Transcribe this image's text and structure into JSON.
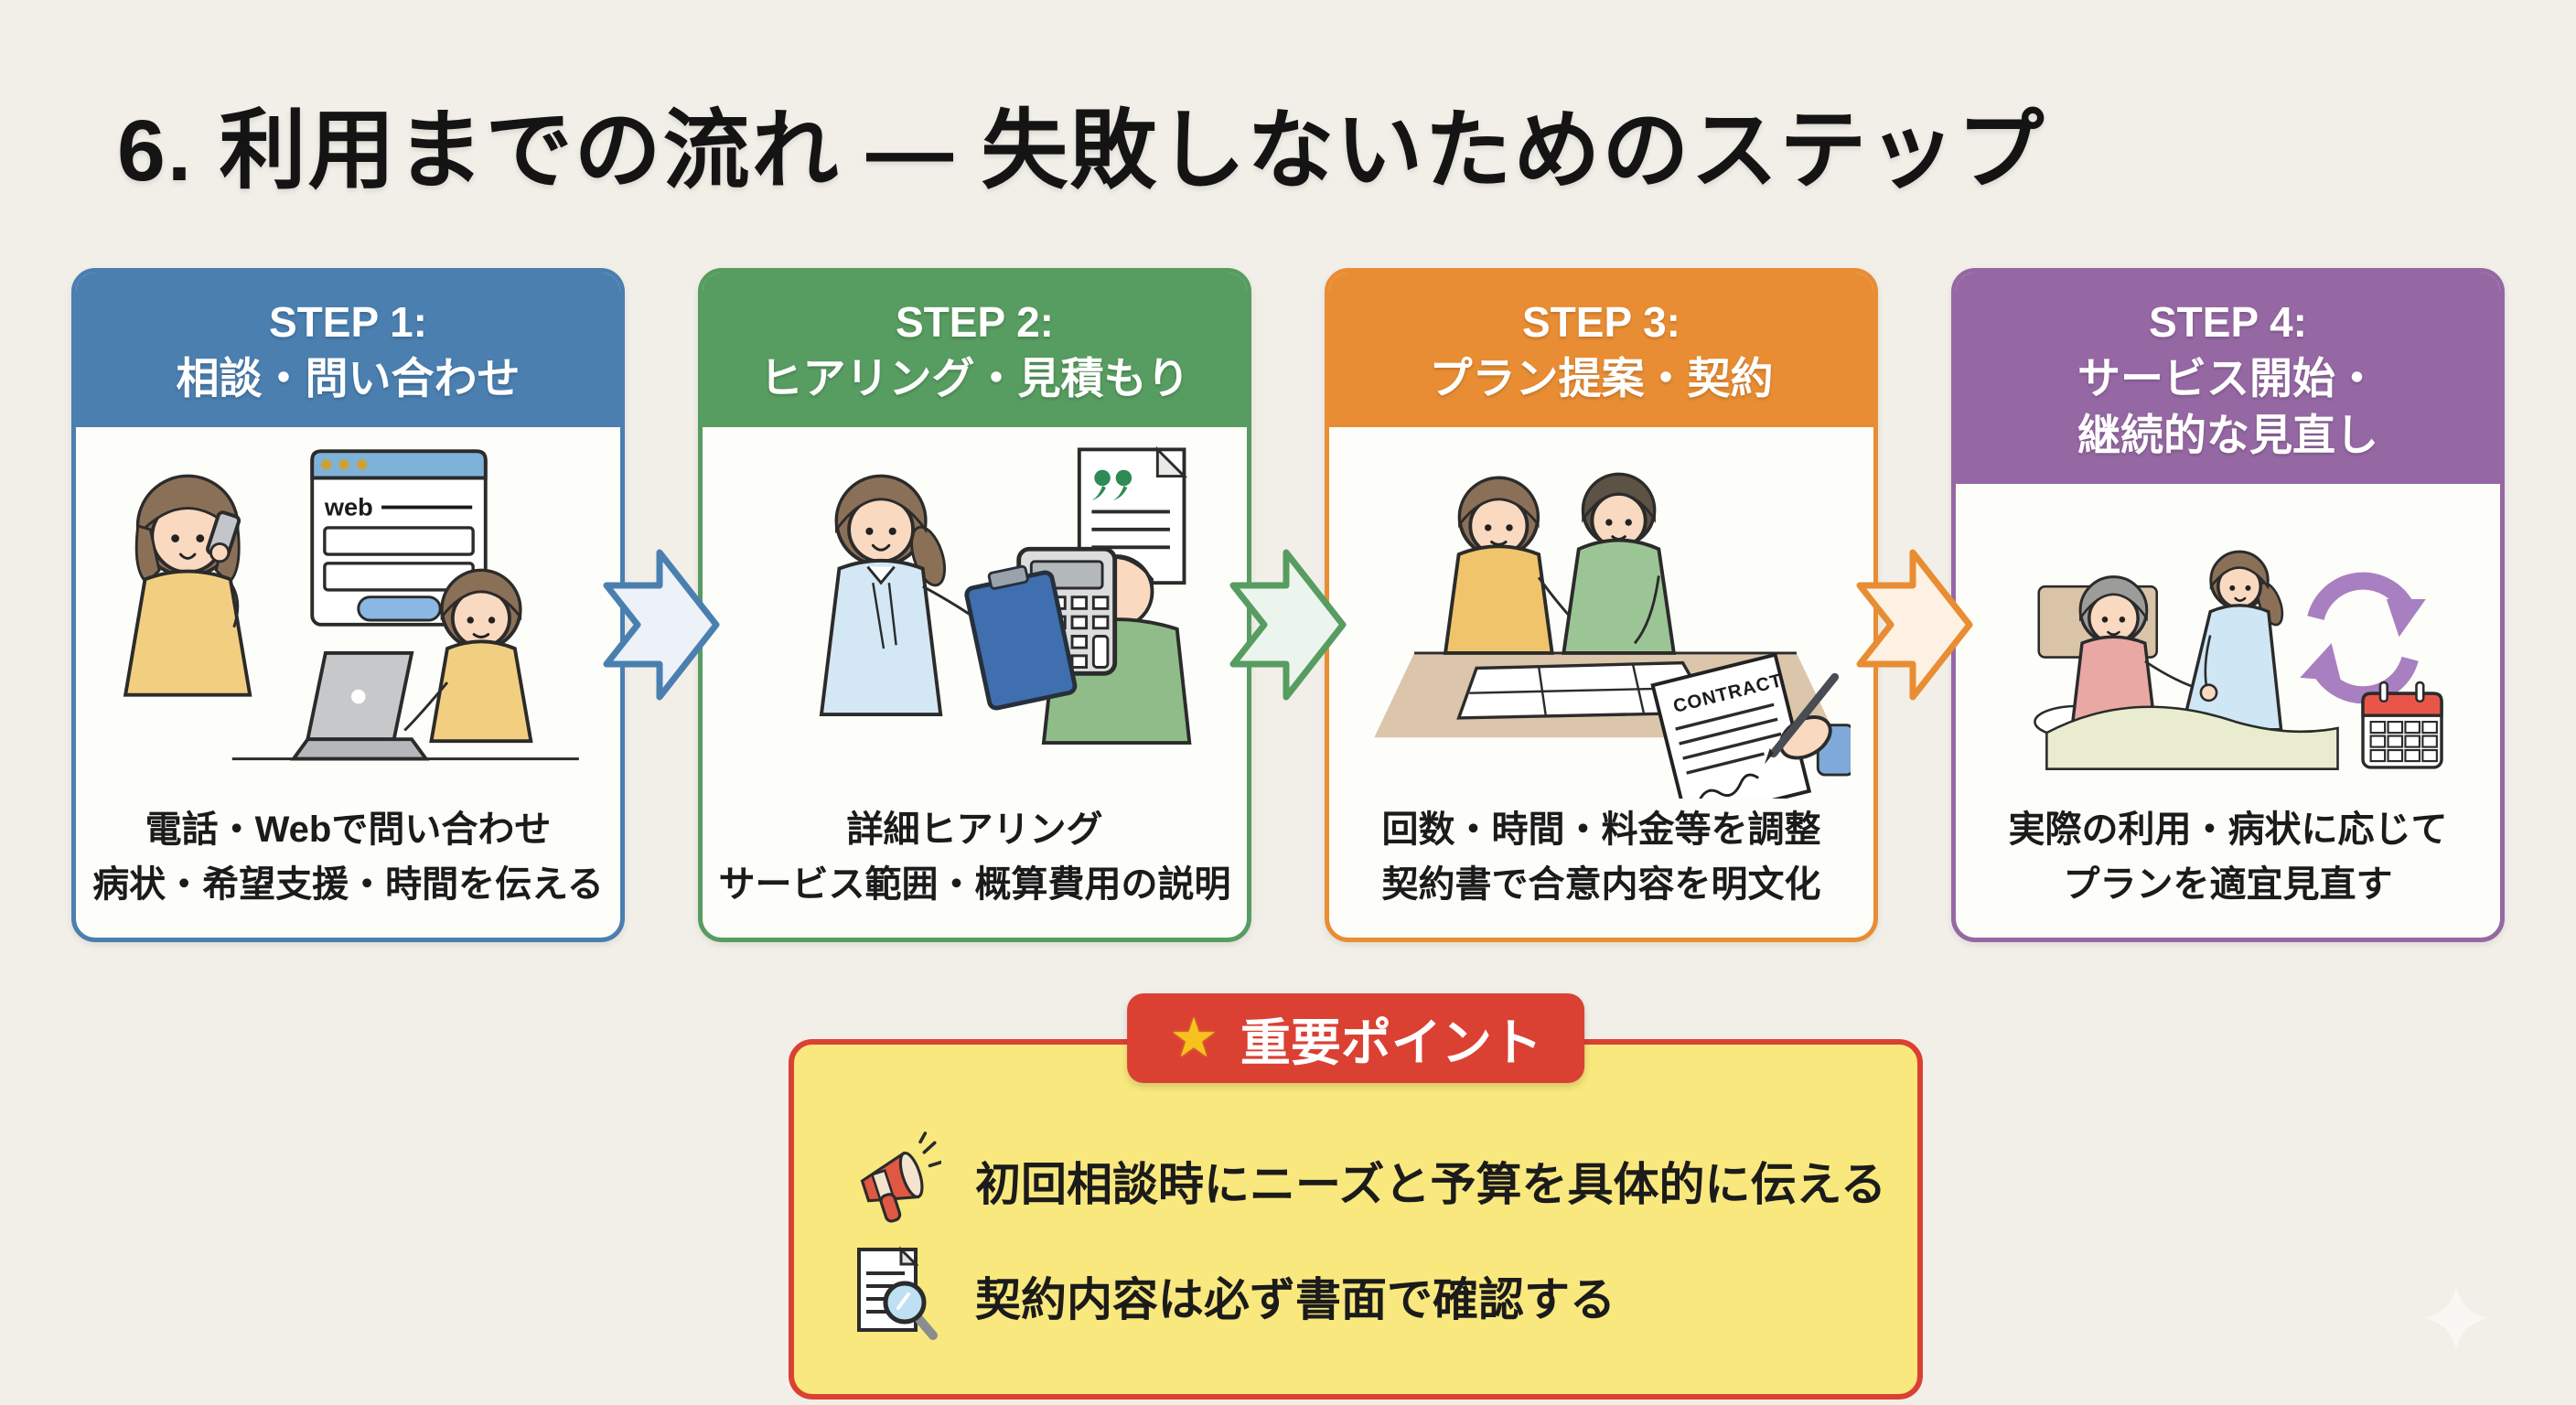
{
  "page": {
    "title": "6. 利用までの流れ — 失敗しないためのステップ"
  },
  "colors": {
    "background": "#f1efe8",
    "step1_blue": "#4a7fb0",
    "step2_green": "#579c60",
    "step3_orange": "#e88d33",
    "step4_purple": "#9568a3",
    "badge_red": "#da4133",
    "panel_yellow": "#f9e87d",
    "star_gold": "#f7c21e"
  },
  "steps": [
    {
      "step_label": "STEP 1:",
      "title_lines": [
        "相談・問い合わせ"
      ],
      "color": "#4a7fb0",
      "illustration": "woman-on-phone-and-woman-on-laptop-with-web-form",
      "illustration_texts": {
        "browser_label": "web"
      },
      "caption_lines": [
        "電話・Webで問い合わせ",
        "病状・希望支援・時間を伝える"
      ]
    },
    {
      "step_label": "STEP 2:",
      "title_lines": [
        "ヒアリング・見積もり"
      ],
      "color": "#579c60",
      "illustration": "nurse-with-clipboard-interviewing-elderly-man-with-calculator-and-estimate",
      "caption_lines": [
        "詳細ヒアリング",
        "サービス範囲・概算費用の説明"
      ]
    },
    {
      "step_label": "STEP 3:",
      "title_lines": [
        "プラン提案・契約"
      ],
      "color": "#e88d33",
      "illustration": "couple-reviewing-plan-and-hand-signing-contract",
      "illustration_texts": {
        "contract_label": "CONTRACT"
      },
      "caption_lines": [
        "回数・時間・料金等を調整",
        "契約書で合意内容を明文化"
      ]
    },
    {
      "step_label": "STEP 4:",
      "title_lines": [
        "サービス開始・",
        "継続的な見直し"
      ],
      "color": "#9568a3",
      "illustration": "caregiver-assisting-elderly-in-bed-with-cycle-arrows-and-calendar",
      "caption_lines": [
        "実際の利用・病状に応じて",
        "プランを適宜見直す"
      ]
    }
  ],
  "arrows": [
    {
      "name": "flow-arrow-1",
      "color": "#4a7fb0"
    },
    {
      "name": "flow-arrow-2",
      "color": "#579c60"
    },
    {
      "name": "flow-arrow-3",
      "color": "#e88d33"
    }
  ],
  "important": {
    "star_icon": "★",
    "badge_label": "重要ポイント",
    "points": [
      {
        "icon": "megaphone-icon",
        "text": "初回相談時にニーズと予算を具体的に伝える"
      },
      {
        "icon": "document-magnifier-icon",
        "text": "契約内容は必ず書面で確認する"
      }
    ]
  }
}
